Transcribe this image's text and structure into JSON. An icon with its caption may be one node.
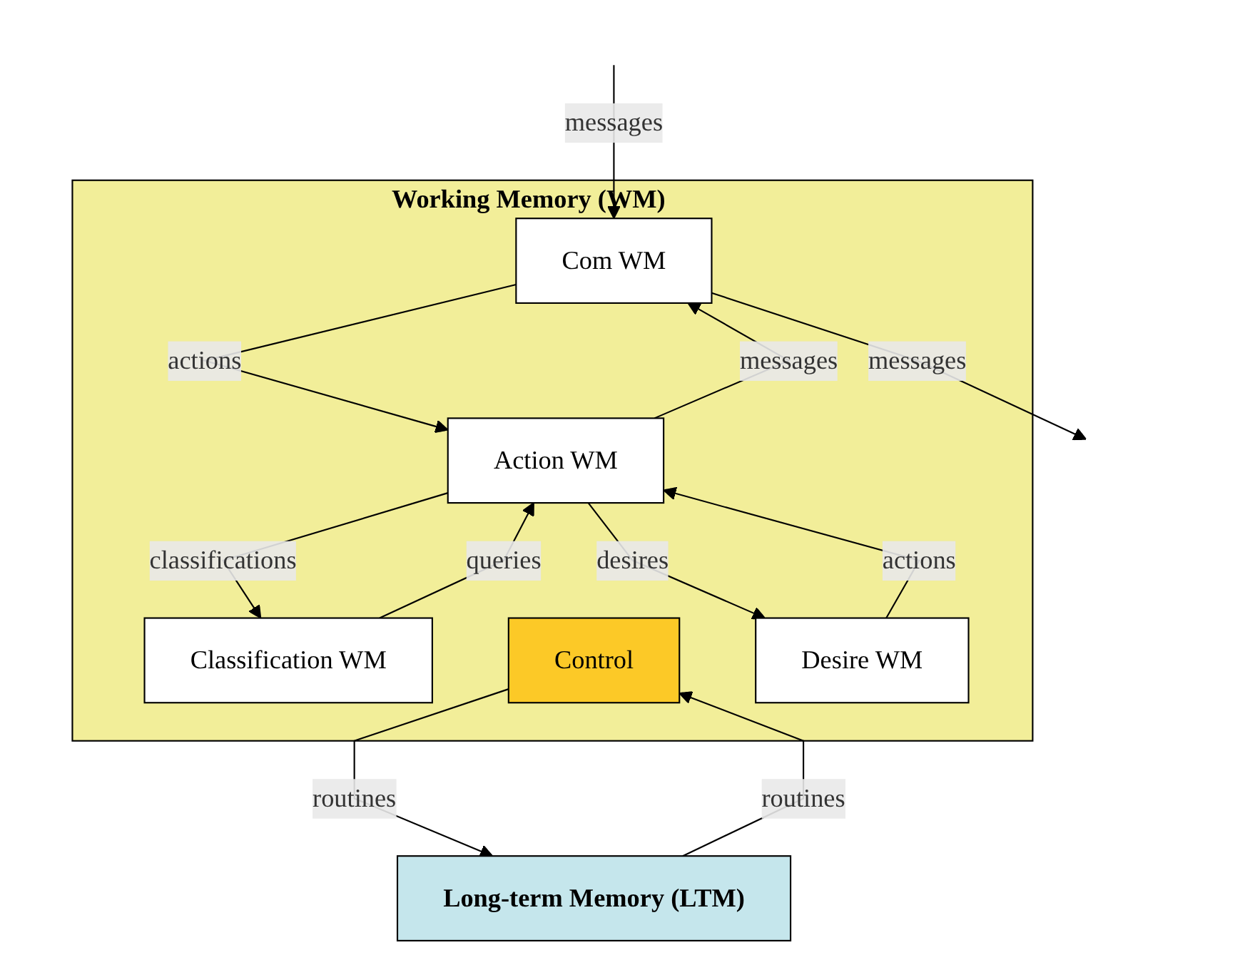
{
  "diagram": {
    "nodes": [
      {
        "text": [
          "Working Memory (WM)"
        ]
      },
      {
        "text": [
          "Com WM"
        ],
        "in": 0
      },
      {
        "text": [
          "Action WM"
        ],
        "in": 0
      },
      {
        "text": [
          "Classification WM"
        ],
        "in": 0
      },
      {
        "text": [
          "Control"
        ],
        "in": 0
      },
      {
        "text": [
          "Desire WM"
        ],
        "in": 0
      },
      {
        "text": [
          "Long-term Memory (LTM)"
        ]
      }
    ],
    "edges": [
      {
        "from": 1,
        "to": null,
        "arrow": "to",
        "label": "messages"
      },
      {
        "from": null,
        "to": 1,
        "arrow": "to",
        "label": "messages"
      },
      {
        "from": 1,
        "to": 2,
        "arrow": "to",
        "label": "actions"
      },
      {
        "from": 2,
        "to": 1,
        "arrow": "to",
        "label": "messages"
      },
      {
        "from": 2,
        "to": 3,
        "arrow": "to",
        "label": "classifications"
      },
      {
        "from": 3,
        "to": 2,
        "arrow": "to",
        "label": "queries"
      },
      {
        "from": 2,
        "to": 5,
        "arrow": "to",
        "label": "desires"
      },
      {
        "from": 5,
        "to": 2,
        "arrow": "to",
        "label": "actions"
      },
      {
        "from": 4,
        "to": 6,
        "arrow": "to",
        "label": "routines"
      },
      {
        "from": 6,
        "to": 4,
        "arrow": "to",
        "label": "routines"
      }
    ]
  }
}
